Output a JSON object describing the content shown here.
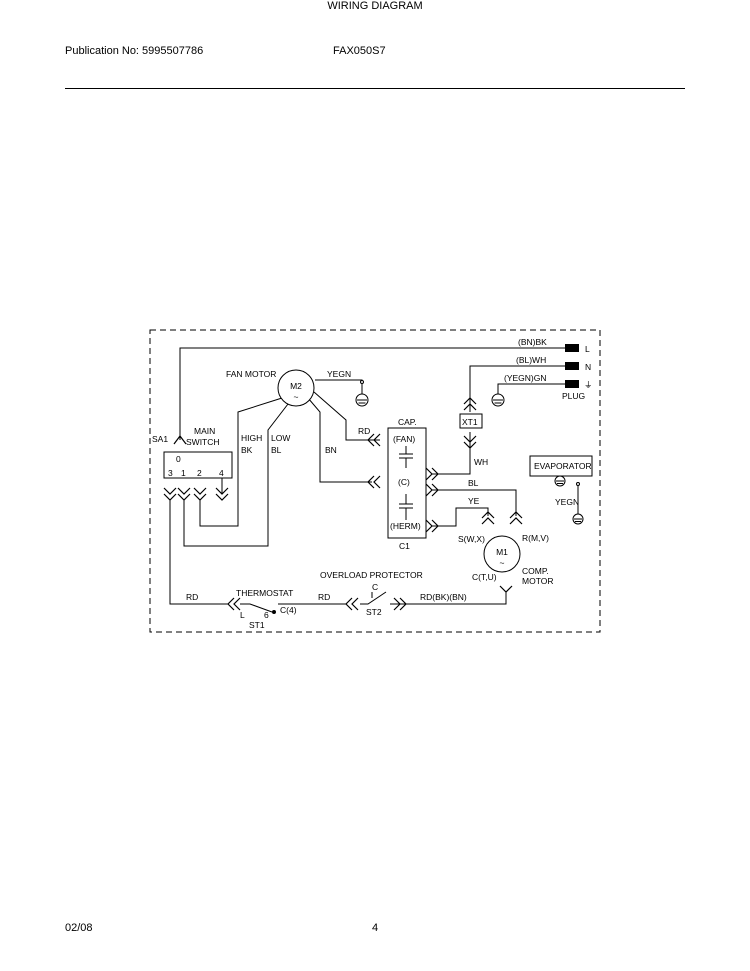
{
  "header": {
    "publication": "Publication No: 5995507786",
    "model": "FAX050S7",
    "title": "WIRING DIAGRAM"
  },
  "diagram": {
    "fan_motor": {
      "label": "FAN MOTOR",
      "id": "M2",
      "symbol": "~"
    },
    "main_switch": {
      "id": "SA1",
      "label_line1": "MAIN",
      "label_line2": "SWITCH",
      "position_0": "0",
      "terminals": [
        "3",
        "1",
        "2",
        "4"
      ]
    },
    "capacitor": {
      "label": "CAP.",
      "id": "C1",
      "fan": "(FAN)",
      "common": "(C)",
      "herm": "(HERM)"
    },
    "compressor": {
      "id": "M1",
      "symbol": "~",
      "label_line1": "COMP.",
      "label_line2": "MOTOR",
      "terminal_s": "S(W,X)",
      "terminal_r": "R(M,V)",
      "terminal_c": "C(T,U)"
    },
    "thermostat": {
      "label": "THERMOSTAT",
      "id": "ST1",
      "terminal_l": "L",
      "terminal_6": "6",
      "terminal_c": "C(4)"
    },
    "overload": {
      "label": "OVERLOAD PROTECTOR",
      "id": "ST2",
      "terminal_c": "C"
    },
    "evaporator": {
      "label": "EVAPORATOR",
      "ground_wire": "YEGN"
    },
    "plug": {
      "label": "PLUG",
      "wires": [
        "(BN)BK",
        "(BL)WH",
        "(YEGN)GN"
      ],
      "pins": [
        "L",
        "N",
        "⏚"
      ]
    },
    "connector": {
      "id": "XT1"
    },
    "wires": {
      "fan_ground": "YEGN",
      "high": "HIGH",
      "high_color": "BK",
      "low": "LOW",
      "low_color": "BL",
      "fan_common": "BN",
      "fan_cap": "RD",
      "neutral": "WH",
      "cap_common": "BL",
      "cap_herm": "YE",
      "switch_to_thermo": "RD",
      "thermo_to_overload": "RD",
      "overload_to_comp": "RD(BK)(BN)"
    }
  },
  "footer": {
    "date": "02/08",
    "page": "4"
  }
}
